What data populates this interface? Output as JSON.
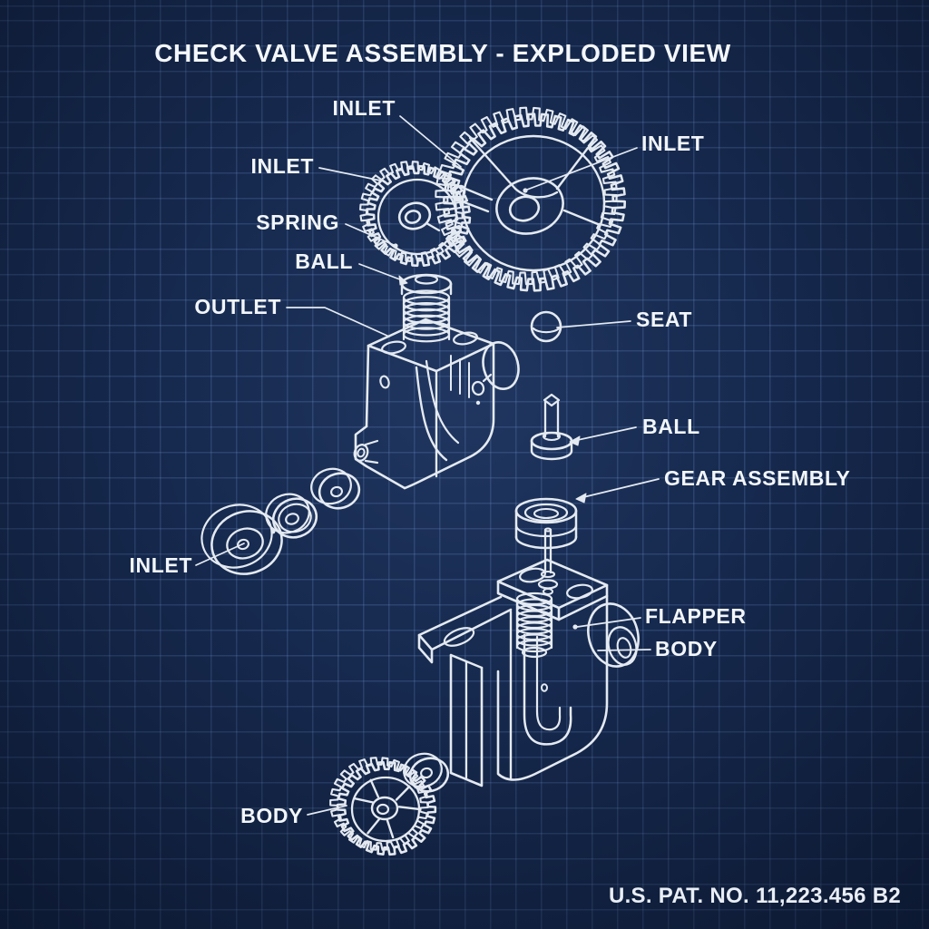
{
  "title": "CHECK VALVE ASSEMBLY - EXPLODED VIEW",
  "patent_number": "U.S. PAT. NO. 11,223.456 B2",
  "colors": {
    "background": "#16294e",
    "grid_line": "#4a6aa0",
    "line_art": "#edf2f8",
    "text": "#f2f6fa"
  },
  "diagram": {
    "type": "blueprint-exploded-view",
    "drawn_parts": [
      "large-gear",
      "small-gear",
      "gear-axle",
      "spring-with-cap",
      "upper-valve-body-cutaway",
      "side-disc",
      "washer-large",
      "washer-medium",
      "washer-small",
      "ball-sphere",
      "poppet-stem",
      "bushing-cylinder",
      "lower-valve-body-cutaway",
      "inner-spring",
      "stem-rod",
      "side-port-boss",
      "spoked-gear",
      "small-disc"
    ]
  },
  "labels": [
    {
      "id": "inlet-top",
      "text": "INLET"
    },
    {
      "id": "inlet-right",
      "text": "INLET"
    },
    {
      "id": "inlet-left",
      "text": "INLET"
    },
    {
      "id": "spring",
      "text": "SPRING"
    },
    {
      "id": "ball-top",
      "text": "BALL"
    },
    {
      "id": "outlet",
      "text": "OUTLET"
    },
    {
      "id": "seat",
      "text": "SEAT"
    },
    {
      "id": "ball-mid",
      "text": "BALL"
    },
    {
      "id": "gear-assembly",
      "text": "GEAR ASSEMBLY"
    },
    {
      "id": "flapper",
      "text": "FLAPPER"
    },
    {
      "id": "body-mid",
      "text": "BODY"
    },
    {
      "id": "inlet-lower",
      "text": "INLET"
    },
    {
      "id": "body-lower",
      "text": "BODY"
    }
  ]
}
